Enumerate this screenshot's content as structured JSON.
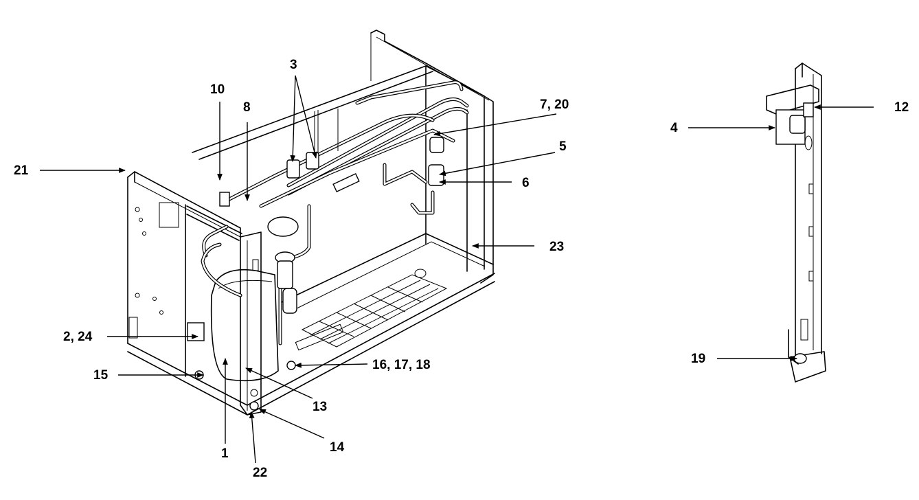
{
  "callouts": {
    "c1": "1",
    "c2_24": "2, 24",
    "c3": "3",
    "c4": "4",
    "c5": "5",
    "c6": "6",
    "c7_20": "7, 20",
    "c8": "8",
    "c10": "10",
    "c12": "12",
    "c13": "13",
    "c14": "14",
    "c15": "15",
    "c16_17_18": "16, 17, 18",
    "c19": "19",
    "c21": "21",
    "c22": "22",
    "c23": "23"
  }
}
